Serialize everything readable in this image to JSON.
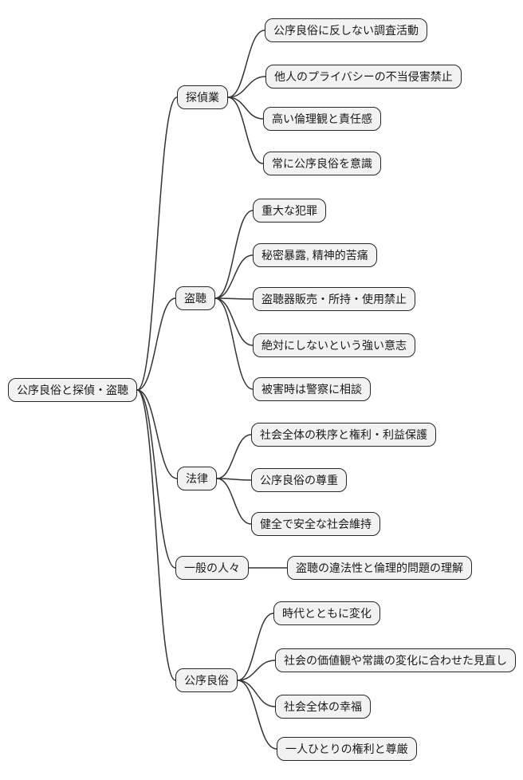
{
  "diagram": {
    "type": "mindmap",
    "root": {
      "label": "公序良俗と探偵・盗聴"
    },
    "branches": [
      {
        "label": "探偵業",
        "children": [
          "公序良俗に反しない調査活動",
          "他人のプライバシーの不当侵害禁止",
          "高い倫理観と責任感",
          "常に公序良俗を意識"
        ]
      },
      {
        "label": "盗聴",
        "children": [
          "重大な犯罪",
          "秘密暴露, 精神的苦痛",
          "盗聴器販売・所持・使用禁止",
          "絶対にしないという強い意志",
          "被害時は警察に相談"
        ]
      },
      {
        "label": "法律",
        "children": [
          "社会全体の秩序と権利・利益保護",
          "公序良俗の尊重",
          "健全で安全な社会維持"
        ]
      },
      {
        "label": "一般の人々",
        "children": [
          "盗聴の違法性と倫理的問題の理解"
        ]
      },
      {
        "label": "公序良俗",
        "children": [
          "時代とともに変化",
          "社会の価値観や常識の変化に合わせた見直し",
          "社会全体の幸福",
          "一人ひとりの権利と尊厳"
        ]
      }
    ]
  },
  "colors": {
    "background": "#ffffff",
    "node_fill": "#f2f2f2",
    "node_border": "#262626",
    "edge_stroke": "#333333",
    "text": "#1a1a1a"
  }
}
